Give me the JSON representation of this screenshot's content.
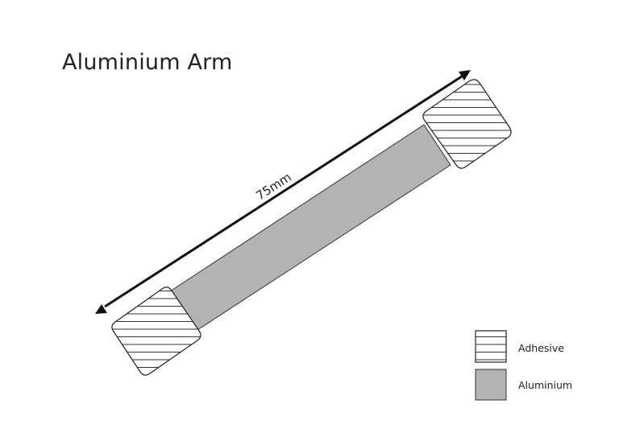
{
  "diagram": {
    "title": "Aluminium Arm",
    "dimension_label": "75mm",
    "components": [
      {
        "name": "Adhesive",
        "role": "end-block",
        "position": "upper-right",
        "pattern": "horizontal-hatch"
      },
      {
        "name": "Aluminium",
        "role": "arm-bar",
        "position": "center",
        "fill": "#b3b3b3"
      },
      {
        "name": "Adhesive",
        "role": "end-block",
        "position": "lower-left",
        "pattern": "horizontal-hatch"
      }
    ],
    "legend": [
      {
        "label": "Adhesive",
        "swatch": "horizontal-hatch"
      },
      {
        "label": "Aluminium",
        "swatch": "solid",
        "color": "#b3b3b3"
      }
    ],
    "colors": {
      "aluminium": "#b3b3b3",
      "stroke": "#222222",
      "background": "#ffffff"
    }
  }
}
